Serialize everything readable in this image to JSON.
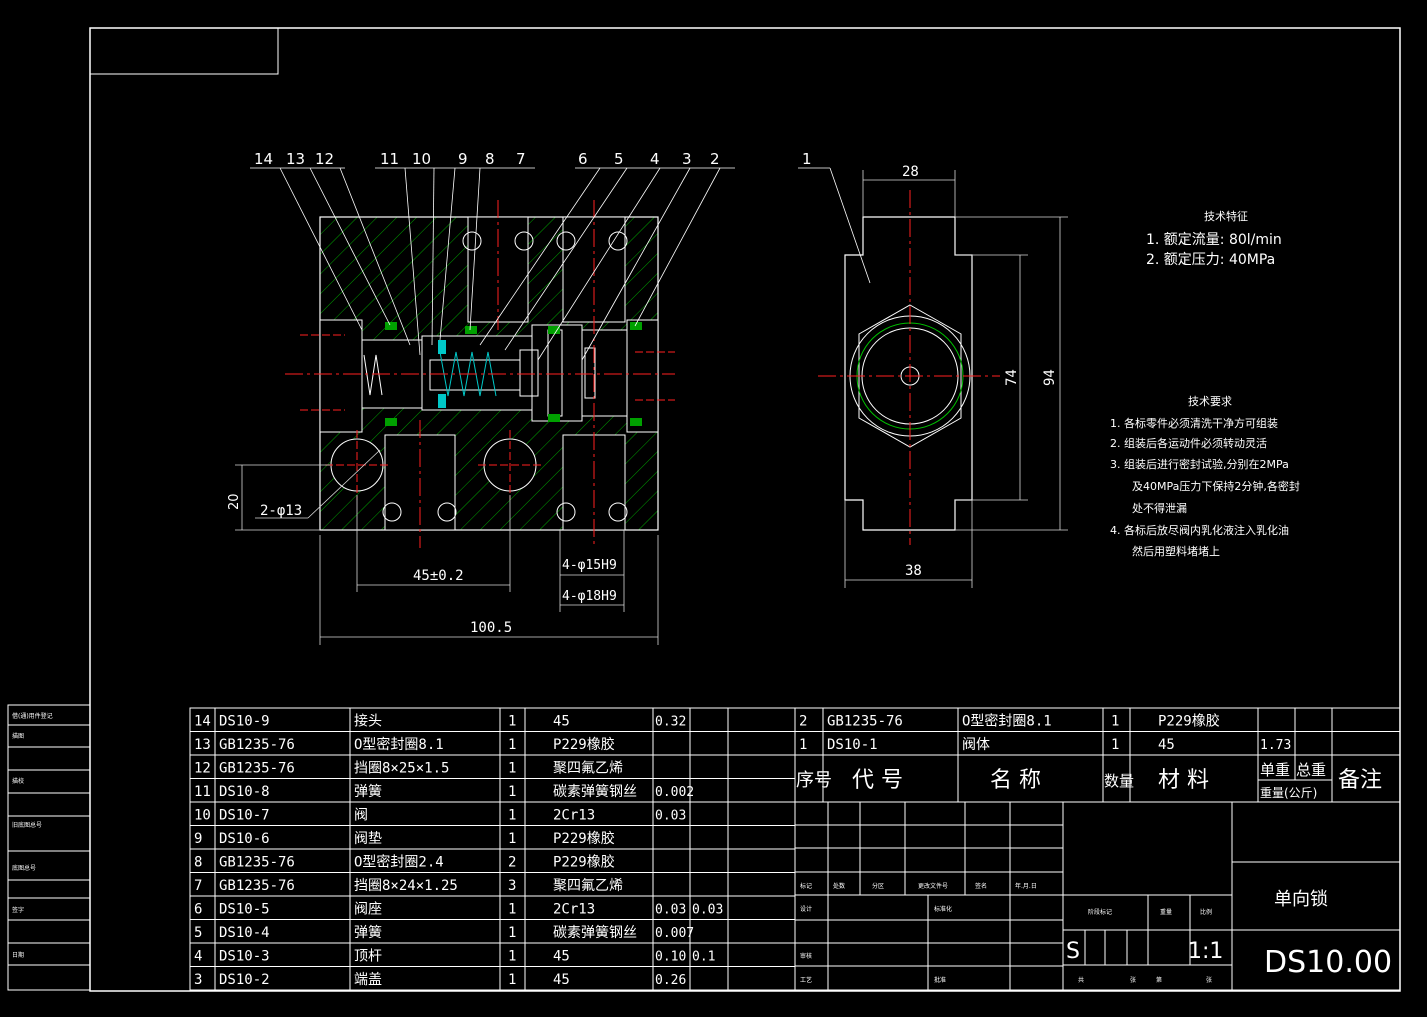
{
  "colors": {
    "background": "#000000",
    "lines": "#ffffff",
    "center_lines": "#ff2020",
    "hatch": "#00a000",
    "dimension": "#d8d8d8",
    "highlight": "#00c8c8"
  },
  "balloons": [
    "14",
    "13",
    "12",
    "11",
    "10",
    "9",
    "8",
    "7",
    "6",
    "5",
    "4",
    "3",
    "2"
  ],
  "side_balloon": "1",
  "dimensions": {
    "overall_length": "100.5",
    "hole_spacing": "45±0.2",
    "hole_offset": "20",
    "holes": "2-φ13",
    "bore_1": "4-φ15H9",
    "bore_2": "4-φ18H9",
    "width_top": "28",
    "width_bottom": "38",
    "height_inner": "74",
    "height_outer": "94"
  },
  "tech_features": {
    "title": "技术特征",
    "line1": "1. 额定流量: 80l/min",
    "line2": "2. 额定压力: 40MPa"
  },
  "tech_requirements": {
    "title": "技术要求",
    "lines": [
      "1. 各标零件必须清洗干净方可组装",
      "2. 组装后各运动件必须转动灵活",
      "3. 组装后进行密封试验,分别在2MPa",
      "及40MPa压力下保持2分钟,各密封",
      "处不得泄漏",
      "4. 各标后放尽阀内乳化液注入乳化油",
      "然后用塑料堵堵上"
    ]
  },
  "bom_left": [
    {
      "no": "14",
      "code": "DS10-9",
      "name": "接头",
      "qty": "1",
      "material": "45",
      "w1": "0.32",
      "w2": ""
    },
    {
      "no": "13",
      "code": "GB1235-76",
      "name": "O型密封圈8.1",
      "qty": "1",
      "material": "P229橡胶",
      "w1": "",
      "w2": ""
    },
    {
      "no": "12",
      "code": "GB1235-76",
      "name": "挡圈8×25×1.5",
      "qty": "1",
      "material": "聚四氟乙烯",
      "w1": "",
      "w2": ""
    },
    {
      "no": "11",
      "code": "DS10-8",
      "name": "弹簧",
      "qty": "1",
      "material": "碳素弹簧钢丝",
      "w1": "0.002",
      "w2": ""
    },
    {
      "no": "10",
      "code": "DS10-7",
      "name": "阀",
      "qty": "1",
      "material": "2Cr13",
      "w1": "0.03",
      "w2": ""
    },
    {
      "no": "9",
      "code": "DS10-6",
      "name": "阀垫",
      "qty": "1",
      "material": "P229橡胶",
      "w1": "",
      "w2": ""
    },
    {
      "no": "8",
      "code": "GB1235-76",
      "name": "O型密封圈2.4",
      "qty": "2",
      "material": "P229橡胶",
      "w1": "",
      "w2": ""
    },
    {
      "no": "7",
      "code": "GB1235-76",
      "name": "挡圈8×24×1.25",
      "qty": "3",
      "material": "聚四氟乙烯",
      "w1": "",
      "w2": ""
    },
    {
      "no": "6",
      "code": "DS10-5",
      "name": "阀座",
      "qty": "1",
      "material": "2Cr13",
      "w1": "0.03",
      "w2": "0.03"
    },
    {
      "no": "5",
      "code": "DS10-4",
      "name": "弹簧",
      "qty": "1",
      "material": "碳素弹簧钢丝",
      "w1": "0.007",
      "w2": ""
    },
    {
      "no": "4",
      "code": "DS10-3",
      "name": "顶杆",
      "qty": "1",
      "material": "45",
      "w1": "0.10",
      "w2": "0.1"
    },
    {
      "no": "3",
      "code": "DS10-2",
      "name": "端盖",
      "qty": "1",
      "material": "45",
      "w1": "0.26",
      "w2": ""
    }
  ],
  "bom_right": [
    {
      "no": "2",
      "code": "GB1235-76",
      "name": "O型密封圈8.1",
      "qty": "1",
      "material": "P229橡胶",
      "w1": "",
      "w2": ""
    },
    {
      "no": "1",
      "code": "DS10-1",
      "name": "阀体",
      "qty": "1",
      "material": "45",
      "w1": "1.73",
      "w2": ""
    }
  ],
  "bom_header": {
    "no": "序号",
    "code": "代 号",
    "name": "名 称",
    "qty": "数量",
    "material": "材 料",
    "unit_weight": "单重",
    "total_weight": "总重",
    "weight_unit": "重量(公斤)",
    "remark": "备注"
  },
  "title_block": {
    "part_name": "单向锁",
    "drawing_no": "DS10.00",
    "scale": "1:1",
    "stage_mark": "S",
    "row_labels": [
      "标记",
      "处数",
      "分区",
      "更改文件号",
      "签名",
      "年.月.日"
    ],
    "design": "设计",
    "standardize": "标准化",
    "review": "审核",
    "process": "工艺",
    "approve": "批准",
    "stage_label": "阶段标记",
    "weight_label": "重量",
    "scale_label": "比例",
    "sheet_labels": [
      "共",
      "张",
      "第",
      "张"
    ]
  },
  "side_strip": [
    "借(通)用件登记",
    "旧底图总号",
    "底图总号",
    "签字",
    "日期",
    "描图",
    "描校"
  ]
}
